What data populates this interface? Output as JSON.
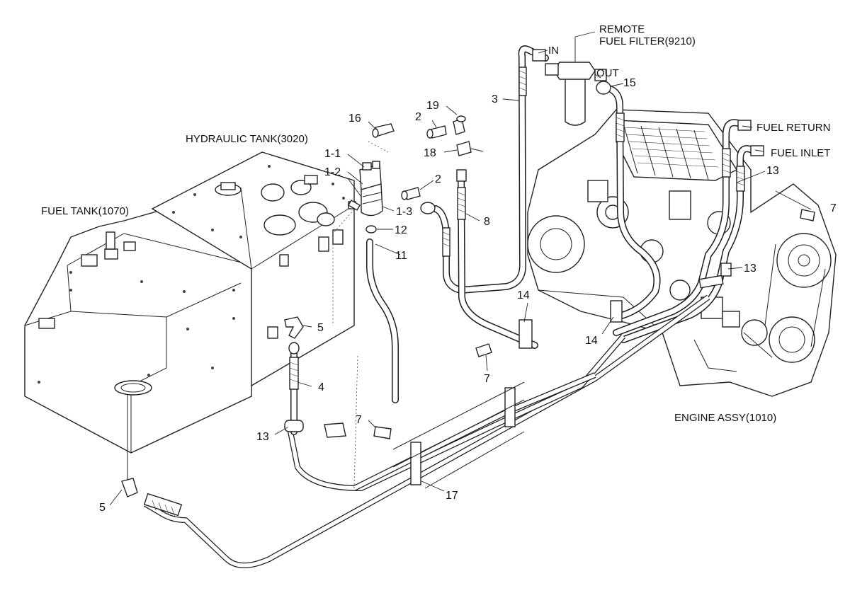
{
  "labels": {
    "remote_filter_line1": "REMOTE",
    "remote_filter_line2": "FUEL FILTER(9210)",
    "in": "IN",
    "out": "OUT",
    "fuel_return": "FUEL RETURN",
    "fuel_inlet": "FUEL INLET",
    "hydraulic_tank": "HYDRAULIC TANK(3020)",
    "fuel_tank": "FUEL TANK(1070)",
    "engine_assy": "ENGINE ASSY(1010)"
  },
  "callouts": {
    "c1_1": "1-1",
    "c1_2": "1-2",
    "c1_3": "1-3",
    "c2_top": "2",
    "c2_mid": "2",
    "c3": "3",
    "c4": "4",
    "c5_tank": "5",
    "c5_bottom": "5",
    "c7_right": "7",
    "c7_mid": "7",
    "c7_left": "7",
    "c8": "8",
    "c11": "11",
    "c12": "12",
    "c13_top": "13",
    "c13_mid": "13",
    "c13_left": "13",
    "c14_top": "14",
    "c14_bottom": "14",
    "c15": "15",
    "c16": "16",
    "c17": "17",
    "c18": "18",
    "c19": "19"
  }
}
